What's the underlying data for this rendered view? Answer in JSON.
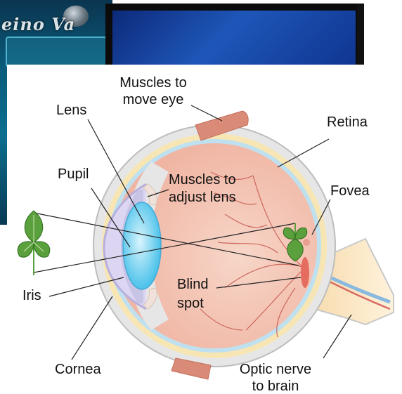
{
  "labels": {
    "muscles_move_1": "Muscles to",
    "muscles_move_2": "move eye",
    "lens": "Lens",
    "retina": "Retina",
    "pupil": "Pupil",
    "muscles_adjust_1": "Muscles to",
    "muscles_adjust_2": "adjust lens",
    "fovea": "Fovea",
    "iris": "Iris",
    "blind_1": "Blind",
    "blind_2": "spot",
    "cornea": "Cornea",
    "optic_1": "Optic nerve",
    "optic_2": "to brain"
  },
  "colors": {
    "sclera": "#e4e4e4",
    "choroid": "#f7e6b4",
    "retina_layer": "#bfe0ef",
    "vitreous": "#f4c4b4",
    "muscle": "#d98b78",
    "lens": "#7fd3f2",
    "iris": "#c9c6e8",
    "leaf": "#5aa03c",
    "vessel": "#c0473f"
  },
  "icons": {
    "leaf_object": "leaf-icon",
    "leaf_image": "inverted-leaf-icon"
  }
}
